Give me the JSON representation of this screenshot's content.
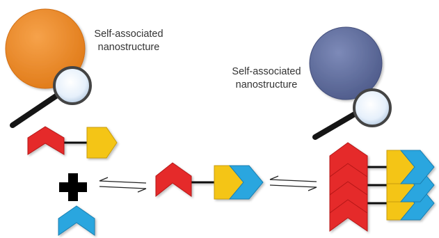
{
  "labels": {
    "left": {
      "line1": "Self-associated",
      "line2": "nanostructure"
    },
    "right": {
      "line1": "Self-associated",
      "line2": "nanostructure"
    }
  },
  "colors": {
    "left_sphere": "#EE8A2A",
    "right_sphere": "#5F6D9E",
    "red_chevron": "#E52B2B",
    "yellow_pentagon": "#F4C515",
    "blue_chevron": "#2AA6DF",
    "linker": "#111111",
    "plus": "#000000"
  },
  "icons": {
    "magnifier_left": "magnifier-icon",
    "magnifier_right": "magnifier-icon",
    "plus": "plus-icon",
    "equilibrium": "equilibrium-arrows-icon"
  }
}
